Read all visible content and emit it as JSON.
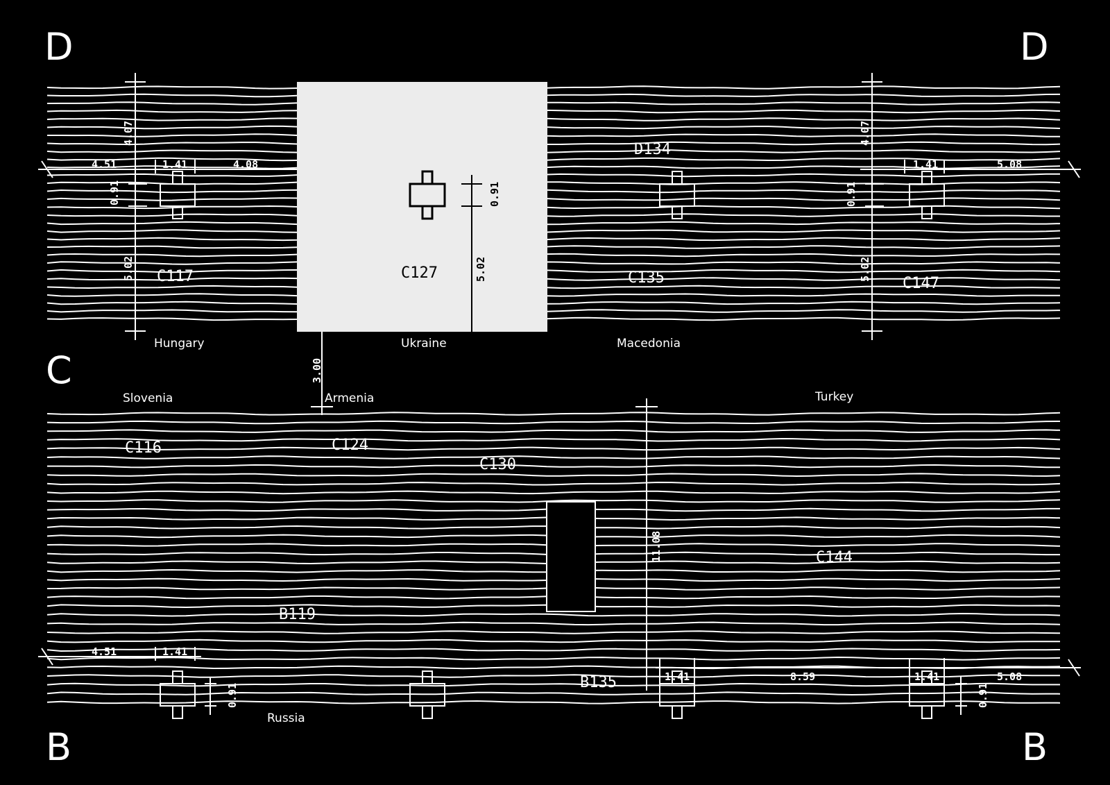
{
  "grid_labels": {
    "top_left": "D",
    "top_right": "D",
    "mid_left": "C",
    "bottom_left": "B",
    "bottom_right": "B"
  },
  "rooms": {
    "c117": "C117",
    "c127": "C127",
    "c135": "C135",
    "c147": "C147",
    "d134": "D134",
    "c116": "C116",
    "c124": "C124",
    "c130": "C130",
    "c144": "C144",
    "b119": "B119",
    "b135": "B135"
  },
  "countries": {
    "hungary": "Hungary",
    "ukraine": "Ukraine",
    "macedonia": "Macedonia",
    "slovenia": "Slovenia",
    "armenia": "Armenia",
    "turkey": "Turkey",
    "russia": "Russia"
  },
  "dimensions": {
    "top_4_51": "4.51",
    "top_1_41_a": "1.41",
    "top_4_08": "4.08",
    "top_1_41_b": "1.41",
    "top_5_08": "5.08",
    "v_4_07_a": "4.07",
    "v_0_91_a": "0.91",
    "v_5_02_a": "5.02",
    "v_0_91_b": "0.91",
    "v_5_02_b": "5.02",
    "v_4_07_c": "4.07",
    "v_0_91_c": "0.91",
    "v_5_02_c": "5.02",
    "v_3_00": "3.00",
    "v_11_08": "11.08",
    "bot_4_51": "4.51",
    "bot_1_41_a": "1.41",
    "bot_1_41_b": "1.41",
    "bot_8_59": "8.59",
    "bot_1_41_c": "1.41",
    "bot_5_08": "5.08",
    "bot_0_91_a": "0.91",
    "bot_0_91_b": "0.91"
  }
}
